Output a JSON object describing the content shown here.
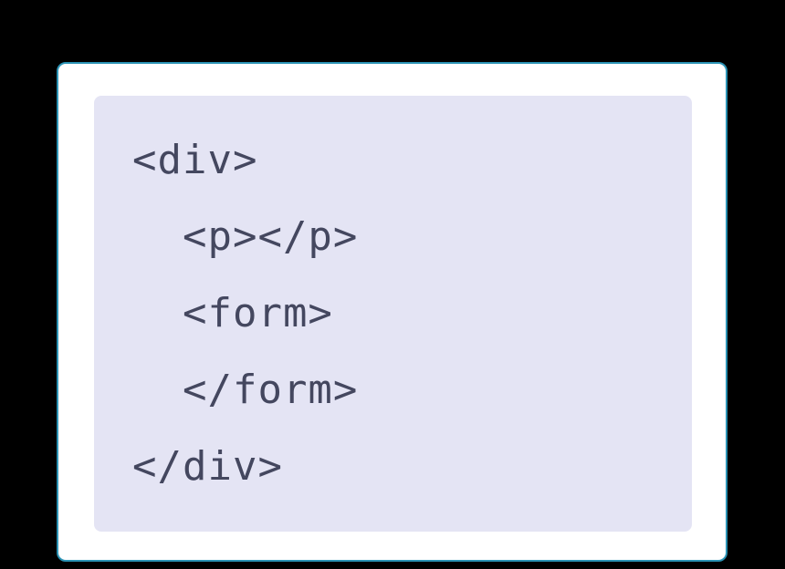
{
  "code": {
    "language": "html",
    "lines": [
      "<div>",
      "  <p></p>",
      "  <form>",
      "  </form>",
      "</div>"
    ]
  },
  "colors": {
    "page_background": "#000000",
    "card_background": "#ffffff",
    "card_border": "#2b93b5",
    "code_panel_background": "#e4e4f4",
    "code_text": "#44475f"
  }
}
